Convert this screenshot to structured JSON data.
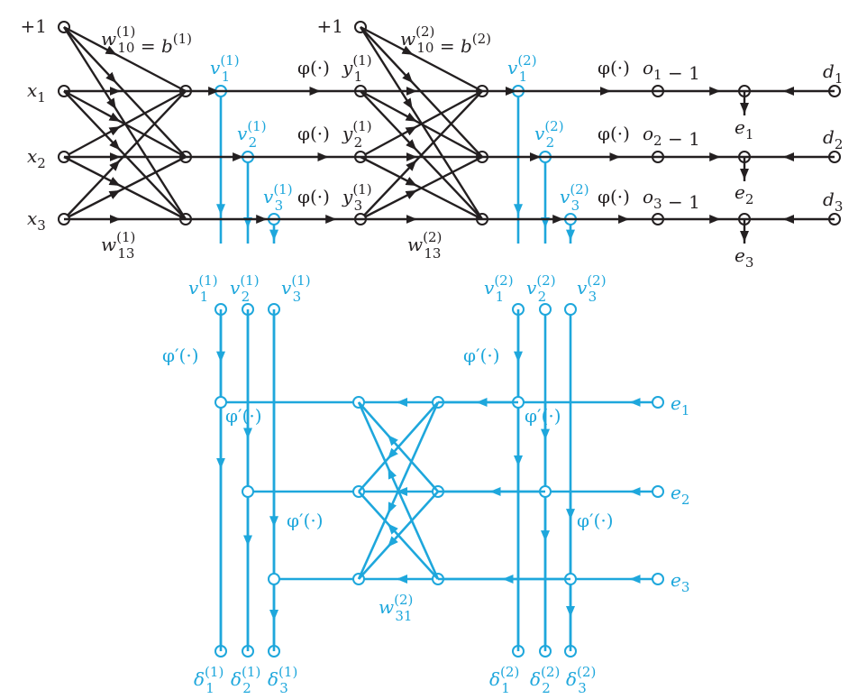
{
  "colors": {
    "forward": "#231f20",
    "backward": "#1ea7dc",
    "background": "#ffffff"
  },
  "forward": {
    "bias1": "+1",
    "bias2": "+1",
    "inputs": [
      "x",
      "x",
      "x"
    ],
    "input_subs": [
      "1",
      "2",
      "3"
    ],
    "weight_bias1": {
      "base": "w",
      "sup": "(1)",
      "sub": "10",
      "eq": " = ",
      "rhs": "b",
      "rhs_sup": "(1)"
    },
    "weight_bias2": {
      "base": "w",
      "sup": "(2)",
      "sub": "10",
      "eq": " = ",
      "rhs": "b",
      "rhs_sup": "(2)"
    },
    "weight_13_1": {
      "base": "w",
      "sup": "(1)",
      "sub": "13"
    },
    "weight_13_2": {
      "base": "w",
      "sup": "(2)",
      "sub": "13"
    },
    "phi": "φ(·)",
    "v1": [
      {
        "base": "v",
        "sup": "(1)",
        "sub": "1"
      },
      {
        "base": "v",
        "sup": "(1)",
        "sub": "2"
      },
      {
        "base": "v",
        "sup": "(1)",
        "sub": "3"
      }
    ],
    "y1": [
      {
        "base": "y",
        "sup": "(1)",
        "sub": "1"
      },
      {
        "base": "y",
        "sup": "(1)",
        "sub": "2"
      },
      {
        "base": "y",
        "sup": "(1)",
        "sub": "3"
      }
    ],
    "v2": [
      {
        "base": "v",
        "sup": "(2)",
        "sub": "1"
      },
      {
        "base": "v",
        "sup": "(2)",
        "sub": "2"
      },
      {
        "base": "v",
        "sup": "(2)",
        "sub": "3"
      }
    ],
    "outputs": [
      {
        "base": "o",
        "sub": "1",
        "minus": " − 1"
      },
      {
        "base": "o",
        "sub": "2",
        "minus": " − 1"
      },
      {
        "base": "o",
        "sub": "3",
        "minus": " − 1"
      }
    ],
    "errors": [
      {
        "base": "e",
        "sub": "1"
      },
      {
        "base": "e",
        "sub": "2"
      },
      {
        "base": "e",
        "sub": "3"
      }
    ],
    "desired": [
      {
        "base": "d",
        "sub": "1"
      },
      {
        "base": "d",
        "sub": "2"
      },
      {
        "base": "d",
        "sub": "3"
      }
    ]
  },
  "backward": {
    "v1_labels": [
      {
        "base": "v",
        "sup": "(1)",
        "sub": "1"
      },
      {
        "base": "v",
        "sup": "(1)",
        "sub": "2"
      },
      {
        "base": "v",
        "sup": "(1)",
        "sub": "3"
      }
    ],
    "v2_labels": [
      {
        "base": "v",
        "sup": "(2)",
        "sub": "1"
      },
      {
        "base": "v",
        "sup": "(2)",
        "sub": "2"
      },
      {
        "base": "v",
        "sup": "(2)",
        "sub": "3"
      }
    ],
    "phi_prime": "φ′(·)",
    "errors": [
      {
        "base": "e",
        "sub": "1"
      },
      {
        "base": "e",
        "sub": "2"
      },
      {
        "base": "e",
        "sub": "3"
      }
    ],
    "weight_31_2": {
      "base": "w",
      "sup": "(2)",
      "sub": "31"
    },
    "delta1": [
      {
        "base": "δ",
        "sup": "(1)",
        "sub": "1"
      },
      {
        "base": "δ",
        "sup": "(1)",
        "sub": "2"
      },
      {
        "base": "δ",
        "sup": "(1)",
        "sub": "3"
      }
    ],
    "delta2": [
      {
        "base": "δ",
        "sup": "(2)",
        "sub": "1"
      },
      {
        "base": "δ",
        "sup": "(2)",
        "sub": "2"
      },
      {
        "base": "δ",
        "sup": "(2)",
        "sub": "3"
      }
    ]
  }
}
